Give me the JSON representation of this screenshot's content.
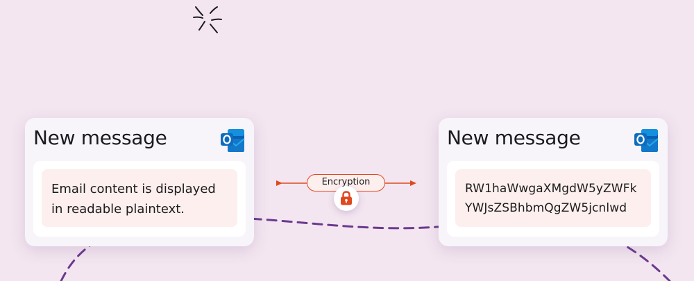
{
  "left_card": {
    "title": "New message",
    "icon": "outlook-icon",
    "body_lines": [
      "Email content is displayed",
      "in readable plaintext."
    ]
  },
  "right_card": {
    "title": "New message",
    "icon": "outlook-icon",
    "body_lines": [
      "RW1haWwgaXMgdW5yZWFk",
      "YWJsZSBhbmQgZW5jcnlwd"
    ]
  },
  "connector": {
    "label": "Encryption",
    "icon": "lock-icon",
    "color": "#e0481e"
  },
  "decoration": {
    "icon": "spark-icon",
    "path_color": "#6b3a8f",
    "background": "#f3e6f0"
  }
}
